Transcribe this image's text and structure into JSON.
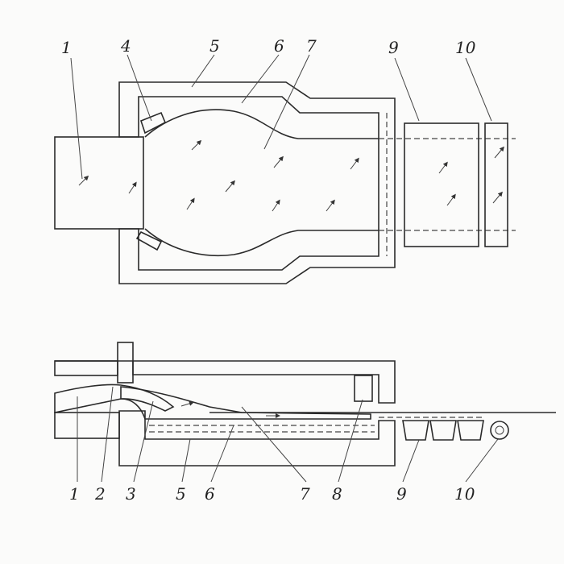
{
  "top_view": {
    "labels": [
      "1",
      "4",
      "5",
      "6",
      "7",
      "9",
      "10"
    ]
  },
  "side_view": {
    "labels": [
      "1",
      "2",
      "3",
      "5",
      "6",
      "7",
      "8",
      "9",
      "10"
    ]
  },
  "colors": {
    "ink": "#2a2a2a",
    "paper": "#fbfbfa"
  }
}
